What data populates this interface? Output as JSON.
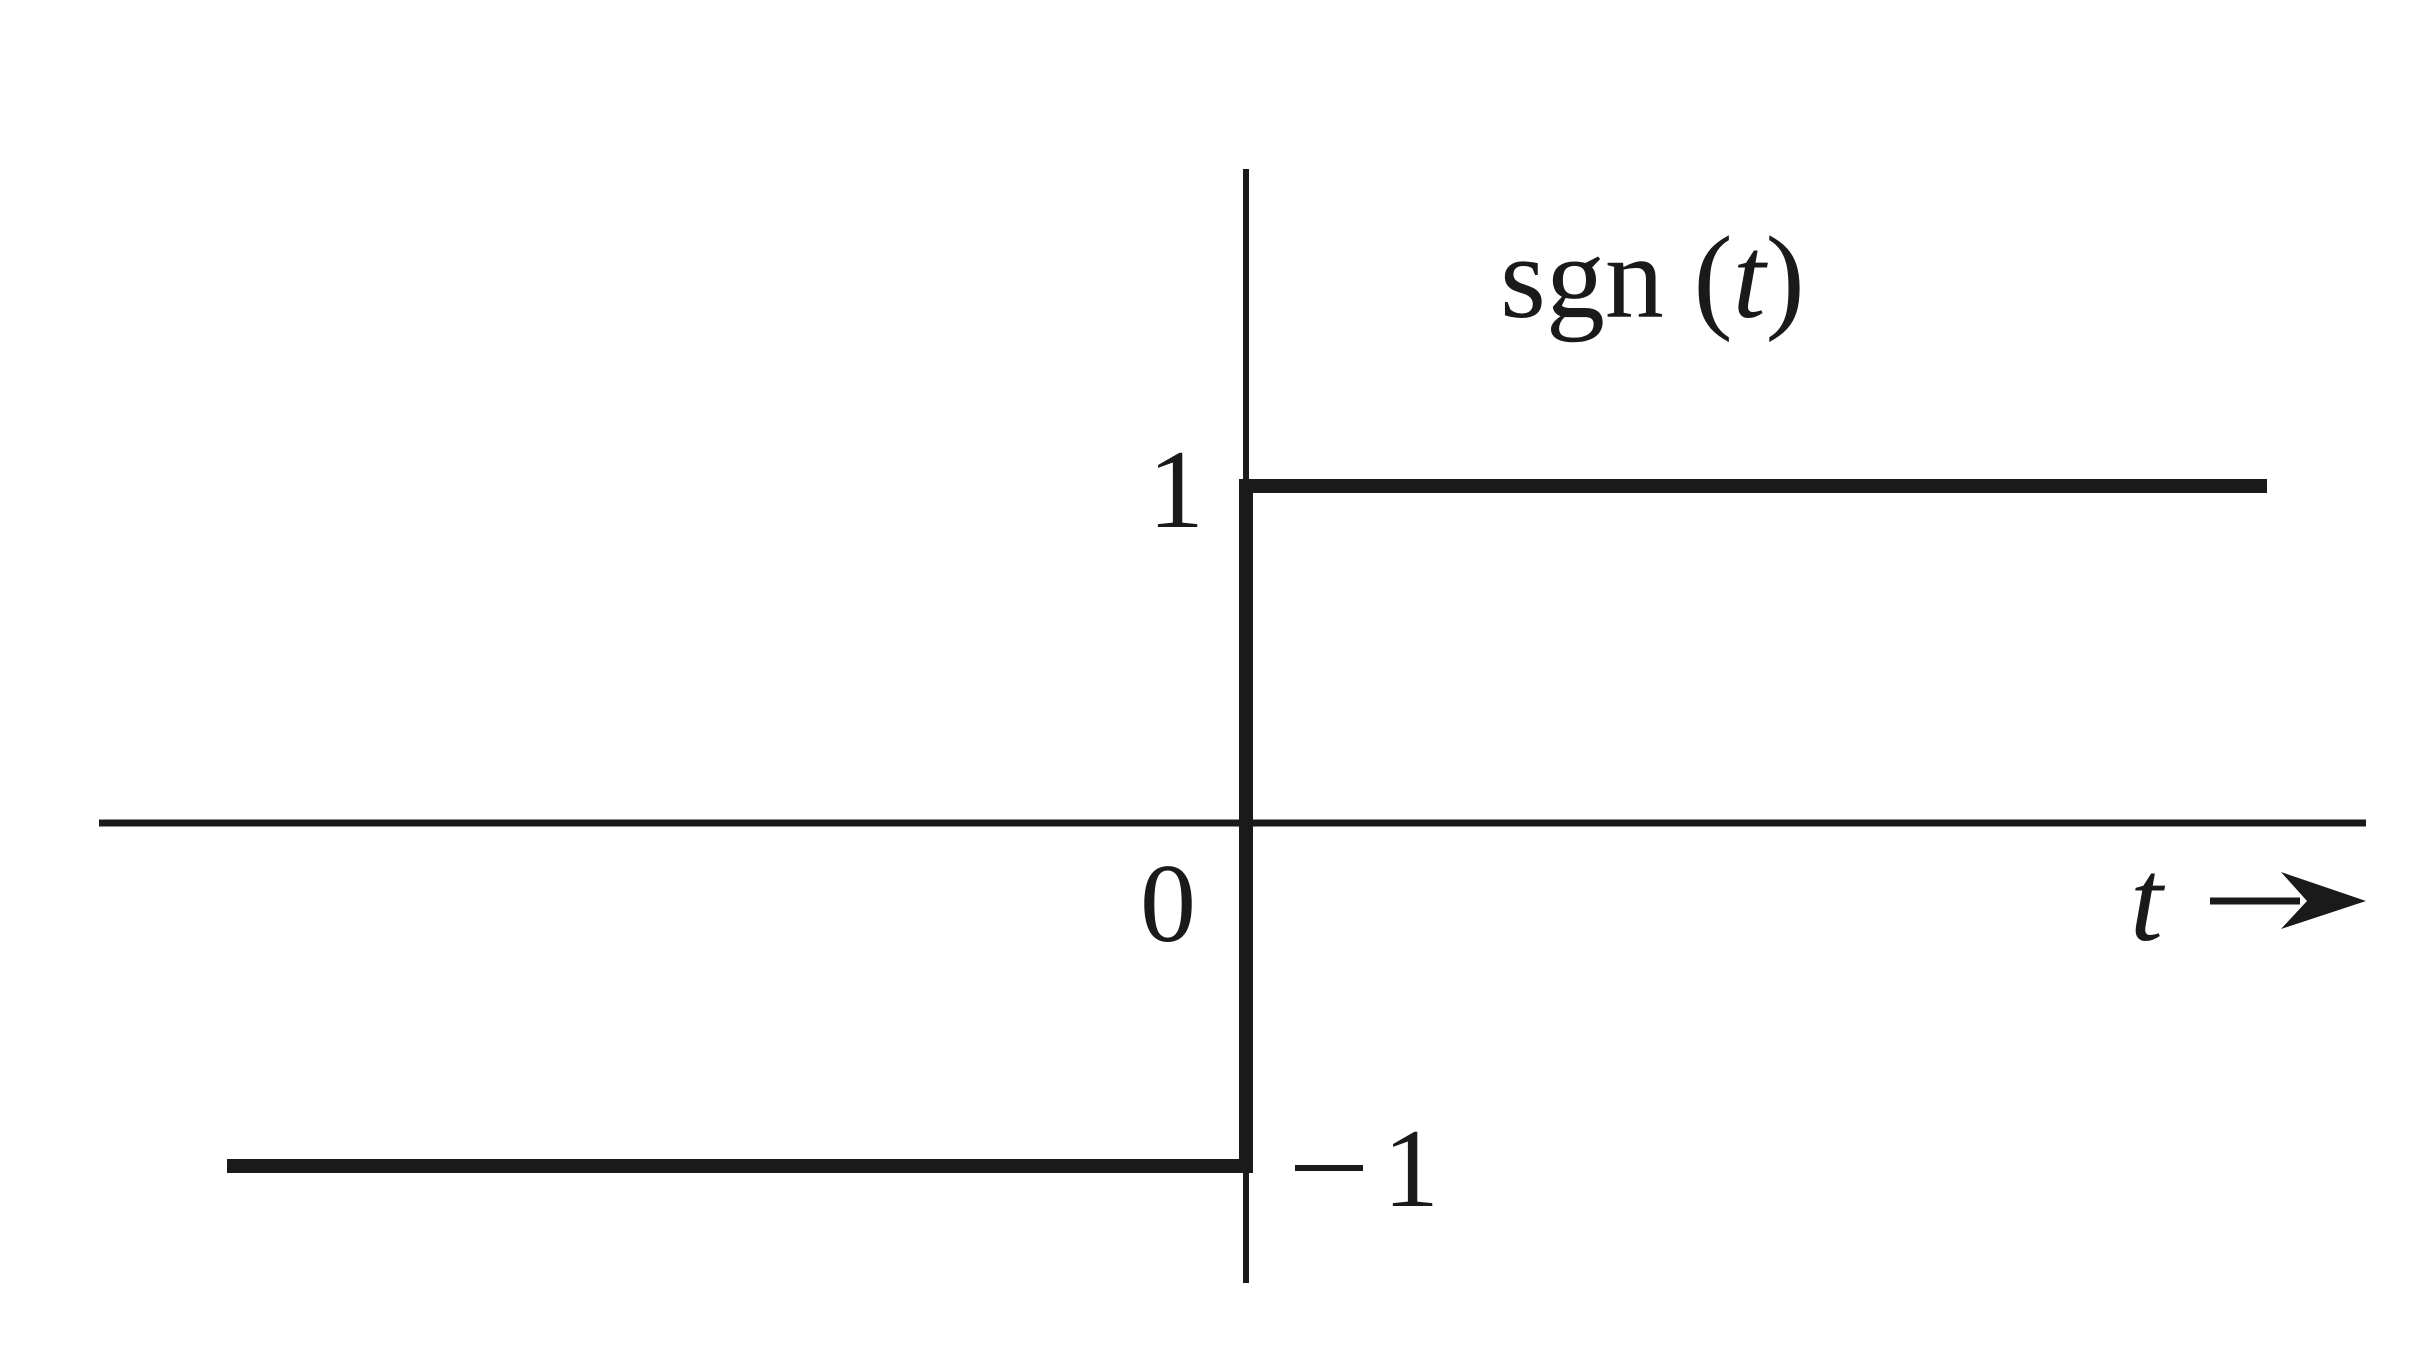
{
  "figure": {
    "title": "sgn (t)",
    "title_parts": {
      "func": "sgn",
      "open": " (",
      "var": "t",
      "close": ")"
    },
    "x_axis": {
      "label": "t",
      "arrow": "→",
      "origin_label": "0"
    },
    "y_axis": {
      "tick_labels": {
        "pos": "1",
        "neg": "−1",
        "neg_sign": "−",
        "neg_digit": "1"
      }
    },
    "colors": {
      "ink": "#1a1a1a",
      "background": "#ffffff"
    }
  },
  "chart_data": {
    "type": "line",
    "title": "sgn (t)",
    "xlabel": "t",
    "ylabel": "",
    "description": "Signum function: -1 for t < 0, +1 for t > 0, vertical jump at t = 0",
    "series": [
      {
        "name": "sgn(t)",
        "segments": [
          {
            "x": [
              "-inf",
              0
            ],
            "y": -1
          },
          {
            "x": [
              0,
              0
            ],
            "y": [
              -1,
              1
            ]
          },
          {
            "x": [
              0,
              "inf"
            ],
            "y": 1
          }
        ]
      }
    ],
    "y_ticks": [
      -1,
      1
    ],
    "x_ticks": [
      0
    ],
    "ylim": [
      -1.5,
      1.5
    ],
    "grid": false,
    "legend": null
  }
}
